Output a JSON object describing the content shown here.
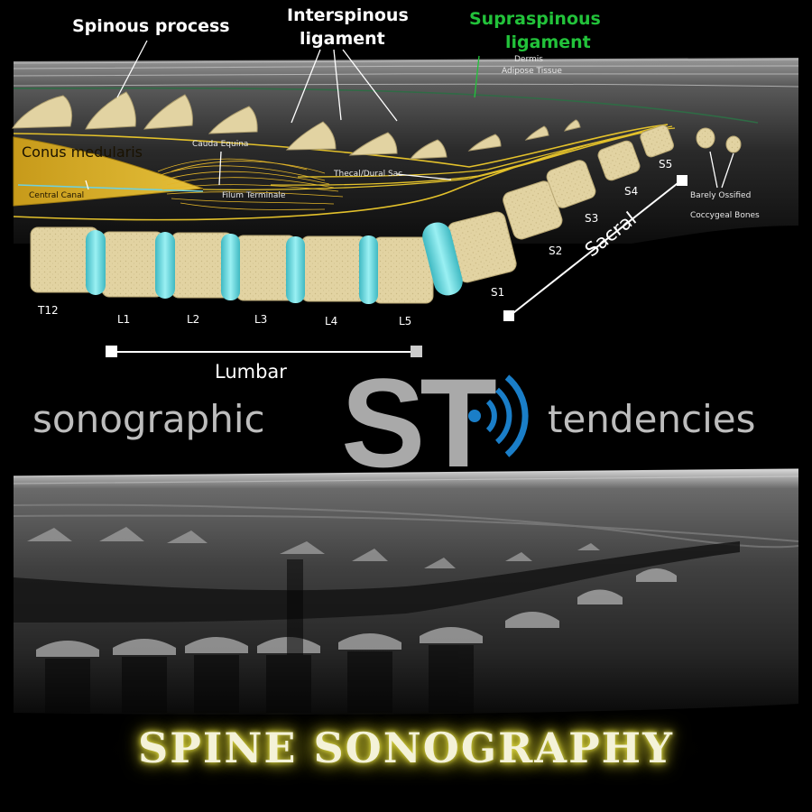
{
  "labels": {
    "spinous_process": "Spinous process",
    "interspinous_1": "Interspinous",
    "interspinous_2": "ligament",
    "supraspinous_1": "Supraspinous",
    "supraspinous_2": "ligament",
    "dermis": "Dermis",
    "adipose": "Adipose Tissue",
    "cauda_equina": "Cauda Equina",
    "conus": "Conus medularis",
    "central_canal": "Central Canal",
    "filum": "Filum Terminale",
    "thecal": "Thecal/Dural Sac",
    "coccygeal_1": "Barely Ossified",
    "coccygeal_2": "Coccygeal Bones",
    "lumbar": "Lumbar",
    "sacral": "Sacral"
  },
  "vertebrae": [
    "T12",
    "L1",
    "L2",
    "L3",
    "L4",
    "L5"
  ],
  "sacral_vertebrae": [
    "S1",
    "S2",
    "S3",
    "S4",
    "S5"
  ],
  "brand": {
    "left": "sonographic",
    "logo": "ST",
    "right": "tendencies"
  },
  "title": "SPINE SONOGRAPHY",
  "colors": {
    "bone": "#e2d3a2",
    "disc": "#73dde2",
    "nerve": "#e3c12b",
    "ligament_green": "#22c23a",
    "logo_blue": "#1a7ec8",
    "logo_grey": "#a9a9a9",
    "title_glow": "#e8e34a"
  }
}
